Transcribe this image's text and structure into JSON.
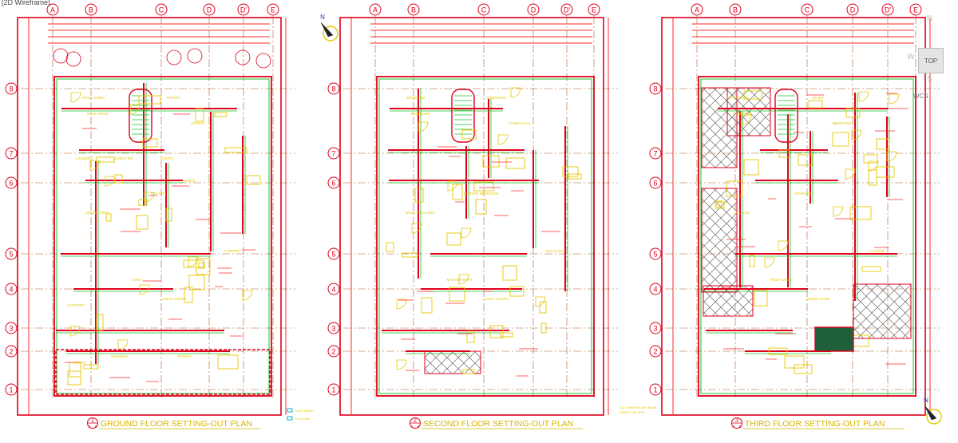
{
  "viewport_label": "[2D Wireframe]",
  "viewcube": {
    "top_label": "TOP",
    "north": "N",
    "west": "W",
    "south": "S",
    "wcs_label": "WCS"
  },
  "colors": {
    "background": "#ffffff",
    "wall": "#e0001b",
    "dim": "#ff2a2a",
    "furniture": "#e6c800",
    "green": "#16c42a",
    "cyan": "#00b8c8",
    "hatch": "#6b6b6b",
    "grid": "#b05a2a",
    "title_text": "#d8b400"
  },
  "plans": [
    {
      "id": "ground",
      "title": "GROUND FLOOR SETTING-OUT PLAN",
      "number": "1",
      "sub_a": "A",
      "sub_b": "6",
      "column_grids": [
        "A",
        "B",
        "C",
        "D",
        "D'",
        "E"
      ],
      "row_grids": [
        "8",
        "7",
        "6",
        "5",
        "4",
        "3",
        "2",
        "1"
      ],
      "rooms": [
        "STAIR LOBBY",
        "MAID ROOM",
        "PANTRY",
        "OFFICE",
        "KITCHEN",
        "DINING AREA",
        "LIVING",
        "GUEST ROOM",
        "CARPORT",
        "CARPORT",
        "VERANDA",
        "ENTRY",
        "PORCH",
        "LAUNDRY",
        "GUEST WC",
        "UTILITY",
        "STORE"
      ],
      "legend": [
        "NEW WORK",
        "EXISTING"
      ]
    },
    {
      "id": "second",
      "title": "SECOND FLOOR SETTING-OUT PLAN",
      "number": "2",
      "sub_a": "A",
      "sub_b": "6",
      "column_grids": [
        "A",
        "B",
        "C",
        "D",
        "D'",
        "E"
      ],
      "row_grids": [
        "8",
        "7",
        "6",
        "5",
        "4",
        "3",
        "2",
        "1"
      ],
      "rooms": [
        "BEDROOM",
        "BEDROOM",
        "BEDROOM",
        "FAMILY HALL",
        "MASTER BEDROOM",
        "WALK-IN CLOSET",
        "MASTER BATH",
        "LIGHT STAIRS",
        "BALCONY"
      ]
    },
    {
      "id": "third",
      "title": "THIRD FLOOR SETTING-OUT PLAN",
      "number": "3",
      "sub_a": "A",
      "sub_b": "6",
      "column_grids": [
        "A",
        "B",
        "C",
        "D",
        "D'",
        "E"
      ],
      "row_grids": [
        "8",
        "7",
        "6",
        "5",
        "4",
        "3",
        "2",
        "1"
      ],
      "rooms": [
        "ROOF DECK",
        "BEDROOM",
        "STUDY",
        "BEDROOM",
        "STORAGE",
        "LOUNGE",
        "ROOF DECK",
        "GREEN ROOF",
        "CHANGE"
      ]
    }
  ],
  "north_label": "N",
  "note_lines": [
    "ALL DIMENSIONS IN MM",
    "VERIFY ON SITE"
  ]
}
